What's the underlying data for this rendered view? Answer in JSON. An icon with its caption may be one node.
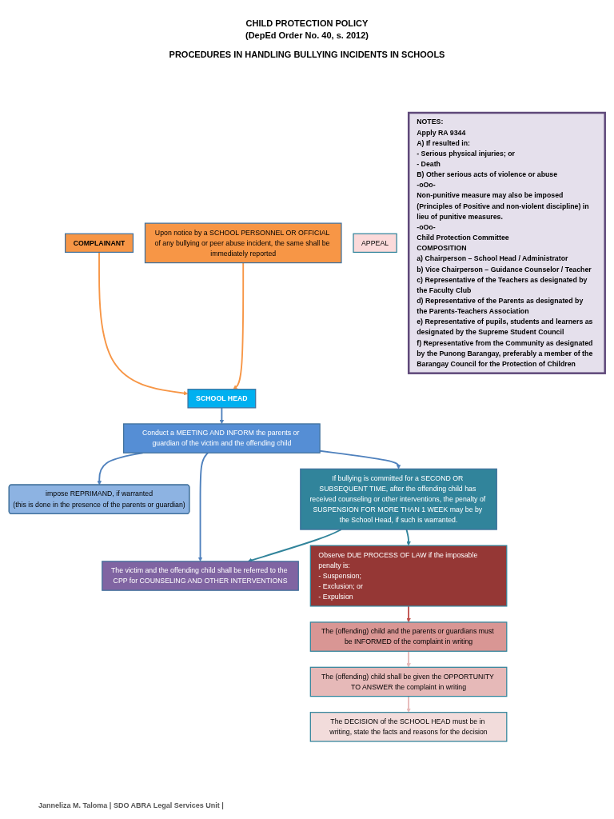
{
  "diagram": {
    "title": "CHILD PROTECTION POLICY (DepEd Order No. 40, s. 2012)",
    "nodes": [
      {
        "text": [
          "COMPLAINANT"
        ]
      },
      {
        "text": [
          "SCHOOL HEAD"
        ]
      },
      {
        "text": [
          "Conduct a MEETING AND INFORM the parents or guardian of the victim and the offending child"
        ]
      },
      {
        "text": [
          "The victim and the offending child shall be referred to the CPP for COUNSELING AND OTHER INTERVENTIONS"
        ]
      },
      {
        "text": [
          "Upon notice by a SCHOOL PERSONNEL OR OFFICIAL of any bullying or peer abuse incident, the same shall be immediately reported"
        ]
      },
      {
        "text": [
          "impose REPRIMAND, if warranted",
          "(this is done in the presence of the parents or guardian)"
        ]
      },
      {
        "text": [
          "If bullying is committed for a SECOND OR SUBSEQUENT TIME, after the offending child has received counseling or other interventions, the penalty of SUSPENSION FOR MORE THAN 1 WEEK may be by the School Head, if such is warranted."
        ]
      },
      {
        "text": [
          "Observe DUE PROCESS OF LAW if the imposable penalty is:",
          "- Suspension;",
          "- Exclusion; or",
          "- Expulsion"
        ]
      },
      {
        "text": [
          "The (offending) child and the parents or guardians must be INFORMED of the complaint in writing"
        ]
      },
      {
        "text": [
          "The (offending) child shall be given the OPPORTUNITY TO ANSWER the complaint in writing"
        ]
      },
      {
        "text": [
          "The DECISION of the SCHOOL HEAD must be in writing, state the facts and reasons for the decision"
        ]
      },
      {
        "text": [
          "APPEAL"
        ]
      },
      {
        "text": [
          "NOTES:",
          "Apply RA 9344",
          "A) If resulted in:",
          "- Serious physical injuries; or",
          "- Death",
          "B) Other serious acts of violence or abuse",
          "-oOo-",
          "Non-punitive measure may also be imposed (Principles of Positive and non-violent discipline) in lieu of punitive measures.",
          "-oOo-",
          "Child Protection Committee",
          "COMPOSITION",
          "a) Chairperson – School Head / Administrator",
          "b) Vice Chairperson – Guidance Counselor / Teacher",
          "c) Representative of the Teachers as designated by the Faculty Club",
          "d) Representative of the Parents as designated by the Parents-Teachers Association",
          "e) Representative of pupils, students and learners as designated by the Supreme Student Council",
          "f) Representative from the Community as designated by the Punong Barangay, preferably a member of the Barangay Council for the Protection of Children"
        ]
      }
    ],
    "edges": [
      {
        "from": 0,
        "to": 1,
        "arrow": "to",
        "color": "#f79646"
      },
      {
        "from": 1,
        "to": 2,
        "arrow": "to"
      },
      {
        "from": 2,
        "to": 3,
        "arrow": "to"
      },
      {
        "from": 4,
        "to": 1,
        "arrow": "to",
        "color": "#f79646"
      },
      {
        "from": 2,
        "to": 5,
        "arrow": "to"
      },
      {
        "from": 2,
        "to": 6,
        "arrow": "to"
      },
      {
        "from": 6,
        "to": 3,
        "arrow": "to",
        "color": "#31849b"
      },
      {
        "from": 6,
        "to": 7,
        "arrow": "to",
        "color": "#31849b"
      },
      {
        "from": 7,
        "to": 8,
        "arrow": "to",
        "color": "#c0504d"
      },
      {
        "from": 8,
        "to": 9,
        "arrow": "to",
        "color": "#e6b9b8"
      },
      {
        "from": 9,
        "to": 10,
        "arrow": "to",
        "color": "#e6b9b8"
      }
    ],
    "labels": [
      "PROCEDURES IN HANDLING BULLYING INCIDENTS IN SCHOOLS",
      "Janneliza M. Taloma | SDO ABRA Legal Services Unit |"
    ]
  }
}
